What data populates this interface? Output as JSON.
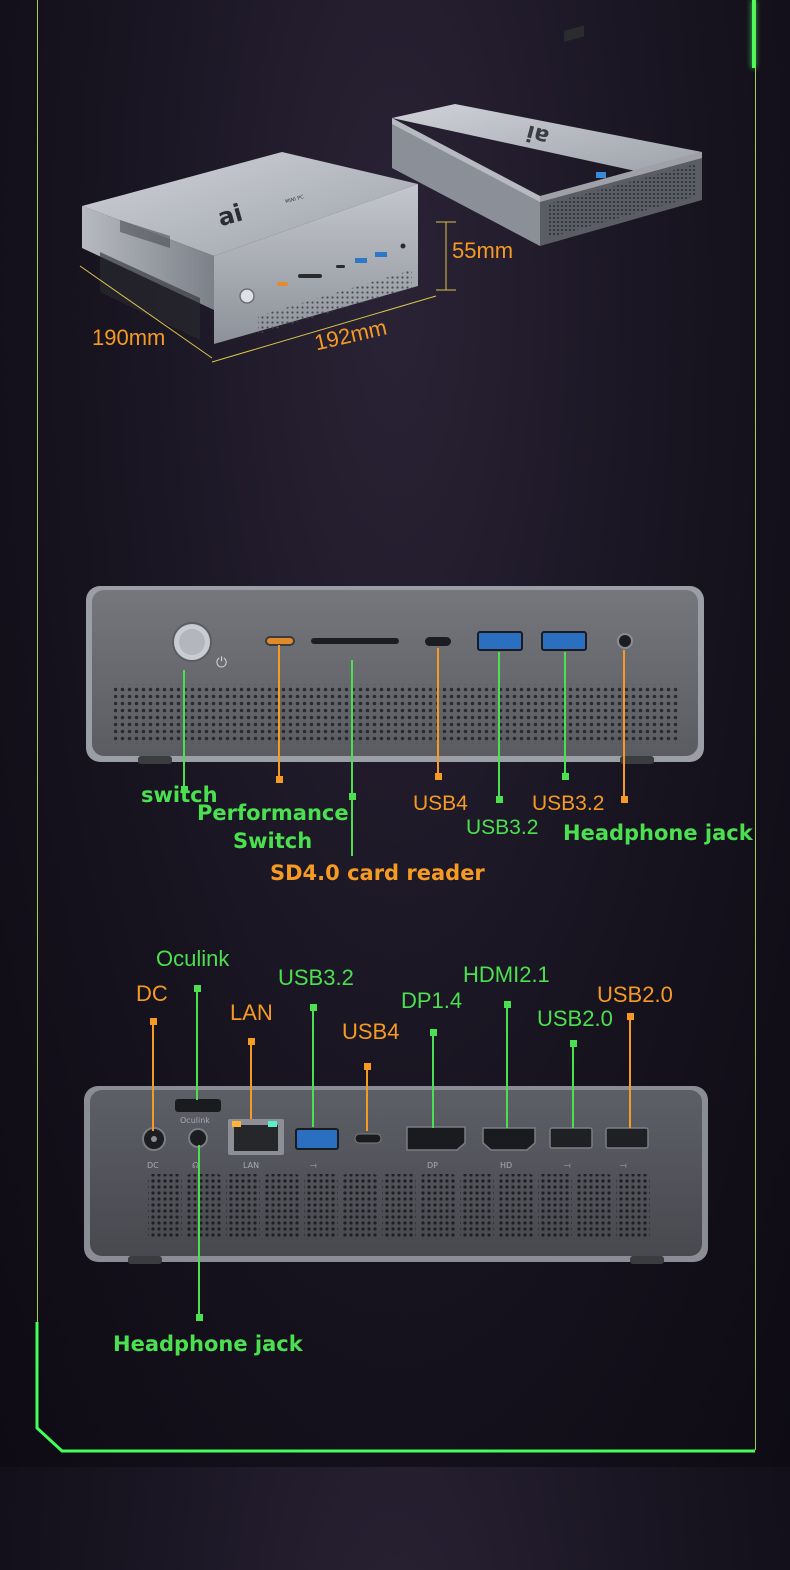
{
  "dimensions": {
    "width": "55mm",
    "depth": "190mm",
    "length": "192mm"
  },
  "device": {
    "logo_mark": "ai",
    "top_label": "MINI PC",
    "oculink_port_text": "Oculink",
    "dc_port_text": "DC",
    "lan_port_text": "LAN",
    "dp_port_text": "DP",
    "hd_port_text": "HD"
  },
  "front_labels": [
    {
      "text": "switch",
      "color": "#4be04f"
    },
    {
      "text": "Performance",
      "color": "#4be04f"
    },
    {
      "text": "Switch",
      "color": "#4be04f"
    },
    {
      "text": "SD4.0 card reader",
      "color": "#f59a23"
    },
    {
      "text": "USB4",
      "color": "#f59a23"
    },
    {
      "text": "USB3.2",
      "color": "#4be04f"
    },
    {
      "text": "USB3.2",
      "color": "#f59a23"
    },
    {
      "text": "Headphone jack",
      "color": "#4be04f"
    }
  ],
  "rear_labels": [
    {
      "text": "DC",
      "color": "#f59a23"
    },
    {
      "text": "Oculink",
      "color": "#4be04f"
    },
    {
      "text": "LAN",
      "color": "#f59a23"
    },
    {
      "text": "USB3.2",
      "color": "#4be04f"
    },
    {
      "text": "USB4",
      "color": "#f59a23"
    },
    {
      "text": "DP1.4",
      "color": "#4be04f"
    },
    {
      "text": "HDMI2.1",
      "color": "#4be04f"
    },
    {
      "text": "USB2.0",
      "color": "#4be04f"
    },
    {
      "text": "USB2.0",
      "color": "#f59a23"
    },
    {
      "text": "Headphone jack",
      "color": "#4be04f"
    }
  ],
  "colors": {
    "green": "#4be04f",
    "orange": "#f59a23",
    "frame": "#9fd04a",
    "glow": "#43ff5a"
  }
}
